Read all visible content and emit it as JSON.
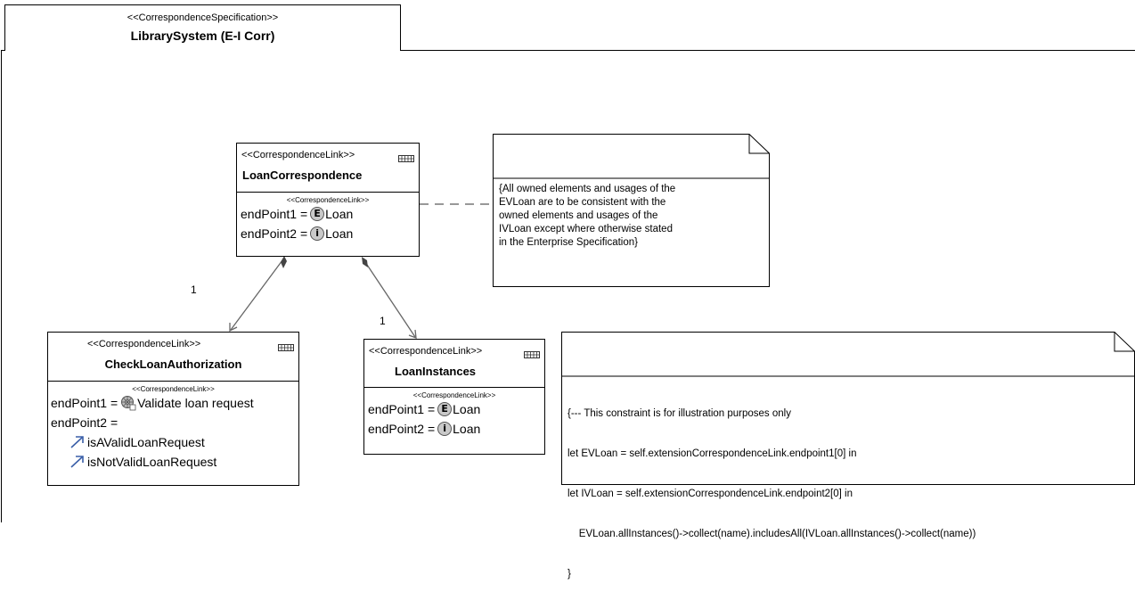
{
  "frame": {
    "stereotype": "<<CorrespondenceSpecification>>",
    "title": "LibrarySystem (E-I Corr)"
  },
  "loan_correspondence": {
    "stereotype": "<<CorrespondenceLink>>",
    "title": "LoanCorrespondence",
    "slot_stereotype": "<<CorrespondenceLink>>",
    "endpoint1_label": "endPoint1 =",
    "endpoint1_badge": "E",
    "endpoint1_value": "Loan",
    "endpoint2_label": "endPoint2 =",
    "endpoint2_badge": "i",
    "endpoint2_value": "Loan"
  },
  "check_loan": {
    "stereotype": "<<CorrespondenceLink>>",
    "title": "CheckLoanAuthorization",
    "slot_stereotype": "<<CorrespondenceLink>>",
    "endpoint1_label": "endPoint1 =",
    "endpoint1_value": "Validate loan request",
    "endpoint2_label": "endPoint2 =",
    "endpoint2_items": [
      "isAValidLoanRequest",
      "isNotValidLoanRequest"
    ]
  },
  "loan_instances": {
    "stereotype": "<<CorrespondenceLink>>",
    "title": "LoanInstances",
    "slot_stereotype": "<<CorrespondenceLink>>",
    "endpoint1_label": "endPoint1 =",
    "endpoint1_badge": "E",
    "endpoint1_value": "Loan",
    "endpoint2_label": "endPoint2 =",
    "endpoint2_badge": "i",
    "endpoint2_value": "Loan"
  },
  "multiplicities": {
    "left": "1",
    "right": "1"
  },
  "note1": {
    "lines": [
      "{All owned elements and usages of the",
      "EVLoan are to be consistent with the",
      "owned elements and usages of the",
      "IVLoan except where otherwise stated",
      "in the Enterprise Specification}"
    ]
  },
  "note2": {
    "lines": [
      "{--- This constraint is for illustration purposes only",
      "let EVLoan = self.extensionCorrespondenceLink.endpoint1[0] in",
      "let IVLoan = self.extensionCorrespondenceLink.endpoint2[0] in",
      "    EVLoan.allInstances()->collect(name).includesAll(IVLoan.allInstances()->collect(name))",
      "}"
    ]
  },
  "colors": {
    "line": "#000000",
    "arrow": "#555555",
    "badge": "#c9c9c9",
    "flow_icon": "#3a5fa8"
  }
}
